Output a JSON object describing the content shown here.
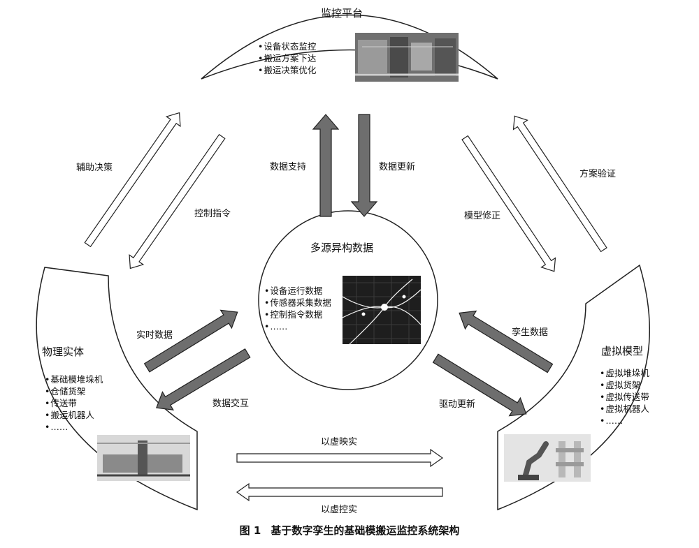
{
  "caption": {
    "number": "图 1",
    "text": "基于数字孪生的基础模搬运监控系统架构"
  },
  "nodes": {
    "monitor": {
      "title": "监控平台",
      "items": [
        "设备状态监控",
        "搬运方案下达",
        "搬运决策优化"
      ]
    },
    "data": {
      "title": "多源异构数据",
      "items": [
        "设备运行数据",
        "传感器采集数据",
        "控制指令数据",
        "……"
      ]
    },
    "physical": {
      "title": "物理实体",
      "items": [
        "基础模堆垛机",
        "仓储货架",
        "传送带",
        "搬运机器人",
        "……"
      ]
    },
    "virtual": {
      "title": "虚拟模型",
      "items": [
        "虚拟堆垛机",
        "虚拟货架",
        "虚拟传送带",
        "虚拟机器人",
        "……"
      ]
    }
  },
  "edges": {
    "aux_decision": "辅助决策",
    "control_cmd": "控制指令",
    "scheme_verify": "方案验证",
    "model_fix": "模型修正",
    "data_support": "数据支持",
    "data_update": "数据更新",
    "realtime_data": "实时数据",
    "data_interact": "数据交互",
    "twin_data": "孪生数据",
    "drive_update": "驱动更新",
    "virtual_reflect_real": "以虚映实",
    "virtual_control_real": "以虚控实"
  }
}
